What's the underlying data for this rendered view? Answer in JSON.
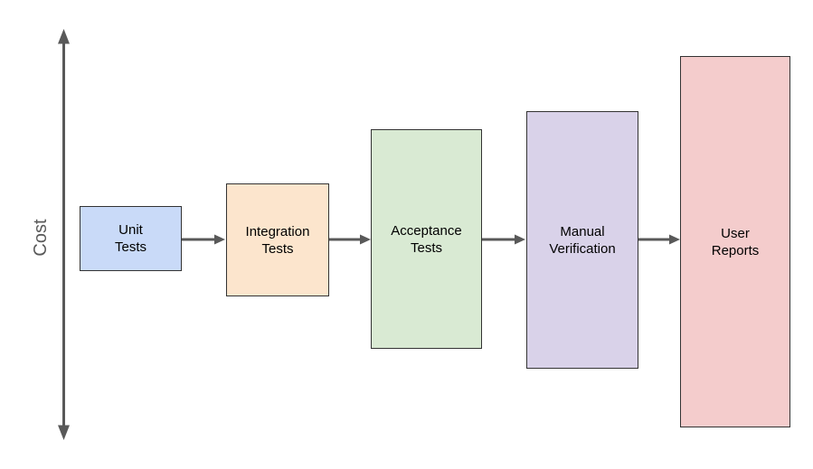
{
  "diagram": {
    "axis": {
      "label": "Cost",
      "color": "#595959"
    },
    "connector_color": "#595959",
    "box_border_color": "#333333",
    "text_color": "#000000",
    "background_color": "#ffffff",
    "boxes": [
      {
        "id": "unit-tests",
        "line1": "Unit",
        "line2": "Tests",
        "fill": "#c9daf8"
      },
      {
        "id": "integration-tests",
        "line1": "Integration",
        "line2": "Tests",
        "fill": "#fce5cd"
      },
      {
        "id": "acceptance-tests",
        "line1": "Acceptance",
        "line2": "Tests",
        "fill": "#d9ead3"
      },
      {
        "id": "manual-verification",
        "line1": "Manual",
        "line2": "Verification",
        "fill": "#d9d2e9"
      },
      {
        "id": "user-reports",
        "line1": "User",
        "line2": "Reports",
        "fill": "#f4cccc"
      }
    ]
  }
}
